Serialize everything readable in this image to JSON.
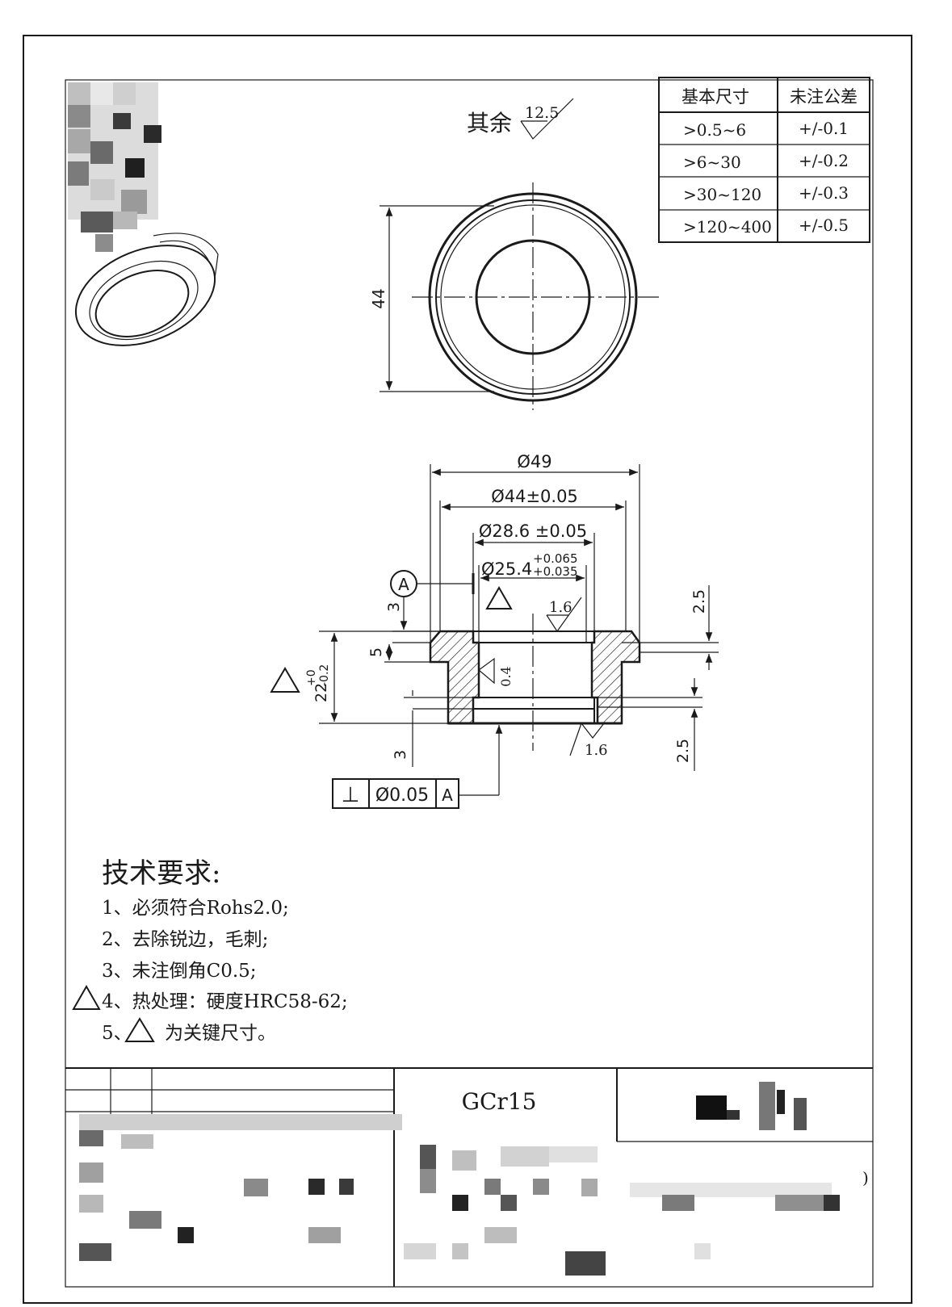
{
  "surface_finish_note": {
    "label": "其余",
    "value": "12.5"
  },
  "tolerance_table": {
    "headers": [
      "基本尺寸",
      "未注公差"
    ],
    "rows": [
      [
        ">0.5~6",
        "+/-0.1"
      ],
      [
        ">6~30",
        "+/-0.2"
      ],
      [
        ">30~120",
        "+/-0.3"
      ],
      [
        ">120~400",
        "+/-0.5"
      ]
    ]
  },
  "top_view": {
    "dim_height": "44"
  },
  "section_view": {
    "dim_outer": "Ø49",
    "dim_flange": "Ø44±0.05",
    "dim_groove": "Ø28.6 ±0.05",
    "dim_bore": "Ø25.4",
    "dim_bore_upper": "+0.065",
    "dim_bore_lower": "+0.035",
    "datum": "A",
    "dim_left_top": "3",
    "dim_left_mid": "5",
    "dim_length": "22",
    "dim_length_upper": "+0",
    "dim_length_lower": "-0.2",
    "dim_left_bottom": "3",
    "dim_right_top": "2.5",
    "dim_right_bottom": "2.5",
    "roughness_top": "1.6",
    "roughness_bore": "0.4",
    "roughness_bottom": "1.6"
  },
  "feature_control_frame": {
    "symbol": "⊥",
    "tolerance": "Ø0.05",
    "datum": "A"
  },
  "technical_requirements": {
    "title": "技术要求:",
    "items": [
      "1、必须符合Rohs2.0;",
      "2、去除锐边，毛刺;",
      "3、未注倒角C0.5;",
      "4、热处理：硬度HRC58-62;",
      "5、",
      "为关键尺寸。"
    ]
  },
  "title_block": {
    "material": "GCr15",
    "right_fragment": ")"
  }
}
